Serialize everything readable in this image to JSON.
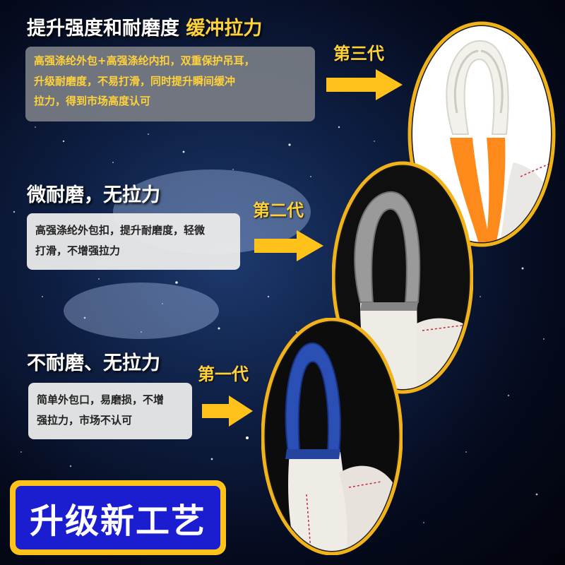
{
  "headings": {
    "gen3_main": "提升强度和耐磨度",
    "gen3_accent": "缓冲拉力",
    "gen2": "微耐磨，无拉力",
    "gen1": "不耐磨、无拉力"
  },
  "descriptions": {
    "gen3": [
      "高强涤纶外包+高强涤纶内扣，双重保护吊耳，",
      "升级耐磨度，不易打滑，同时提升瞬间缓冲",
      "拉力，得到市场高度认可"
    ],
    "gen2": [
      "高强涤纶外包扣，提升耐磨度，轻微",
      "打滑，不增强拉力"
    ],
    "gen1": [
      "简单外包口，易磨损，不增",
      "强拉力，市场不认可"
    ]
  },
  "generations": {
    "gen3": "第三代",
    "gen2": "第二代",
    "gen1": "第一代"
  },
  "badge": "升级新工艺",
  "colors": {
    "accent_yellow": "#ffd23a",
    "badge_bg": "#ffc21a",
    "badge_inner": "#1b1ed0",
    "gen1_sleeve": "#2a4fb5",
    "gen2_sleeve": "#8f8f8f",
    "gen3_core": "#ff8a1c"
  },
  "icons": [
    "arrow-right-icon",
    "product-lens-icon"
  ]
}
